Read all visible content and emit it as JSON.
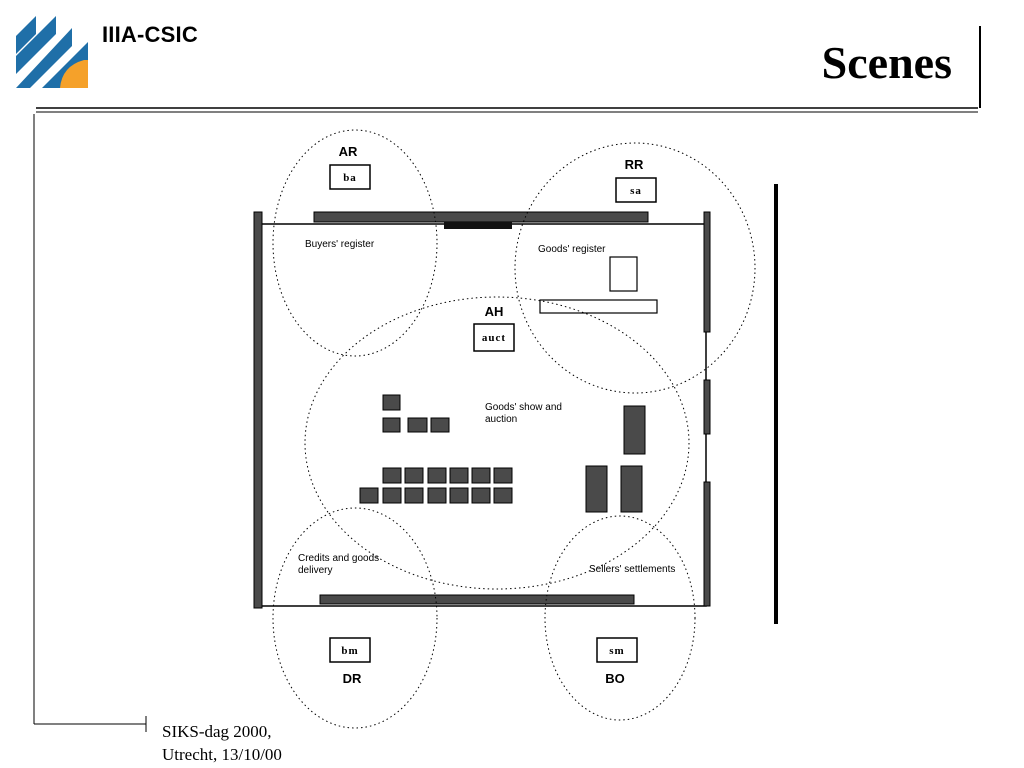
{
  "header": {
    "org_name": "IIIA-CSIC",
    "title": "Scenes",
    "logo": "iiia-csic-logo"
  },
  "footer": {
    "line1": "SIKS-dag 2000,",
    "line2": "Utrecht, 13/10/00"
  },
  "diagram": {
    "scenes": {
      "ar": {
        "role": "AR",
        "agent": "ba"
      },
      "rr": {
        "role": "RR",
        "agent": "sa"
      },
      "ah": {
        "role": "AH",
        "agent": "auct"
      },
      "dr": {
        "role": "DR",
        "agent": "bm"
      },
      "bo": {
        "role": "BO",
        "agent": "sm"
      }
    },
    "areas": {
      "buyers_register": "Buyers' register",
      "goods_register": "Goods' register",
      "goods_show_line1": "Goods' show and",
      "goods_show_line2": "auction",
      "credits_line1": "Credits and goods",
      "credits_line2": "delivery",
      "sellers_settlements": "Sellers' settlements"
    },
    "colors": {
      "accent_blue": "#1f6fa8",
      "accent_orange": "#f5a12a",
      "furniture": "#4a4a4a"
    }
  }
}
